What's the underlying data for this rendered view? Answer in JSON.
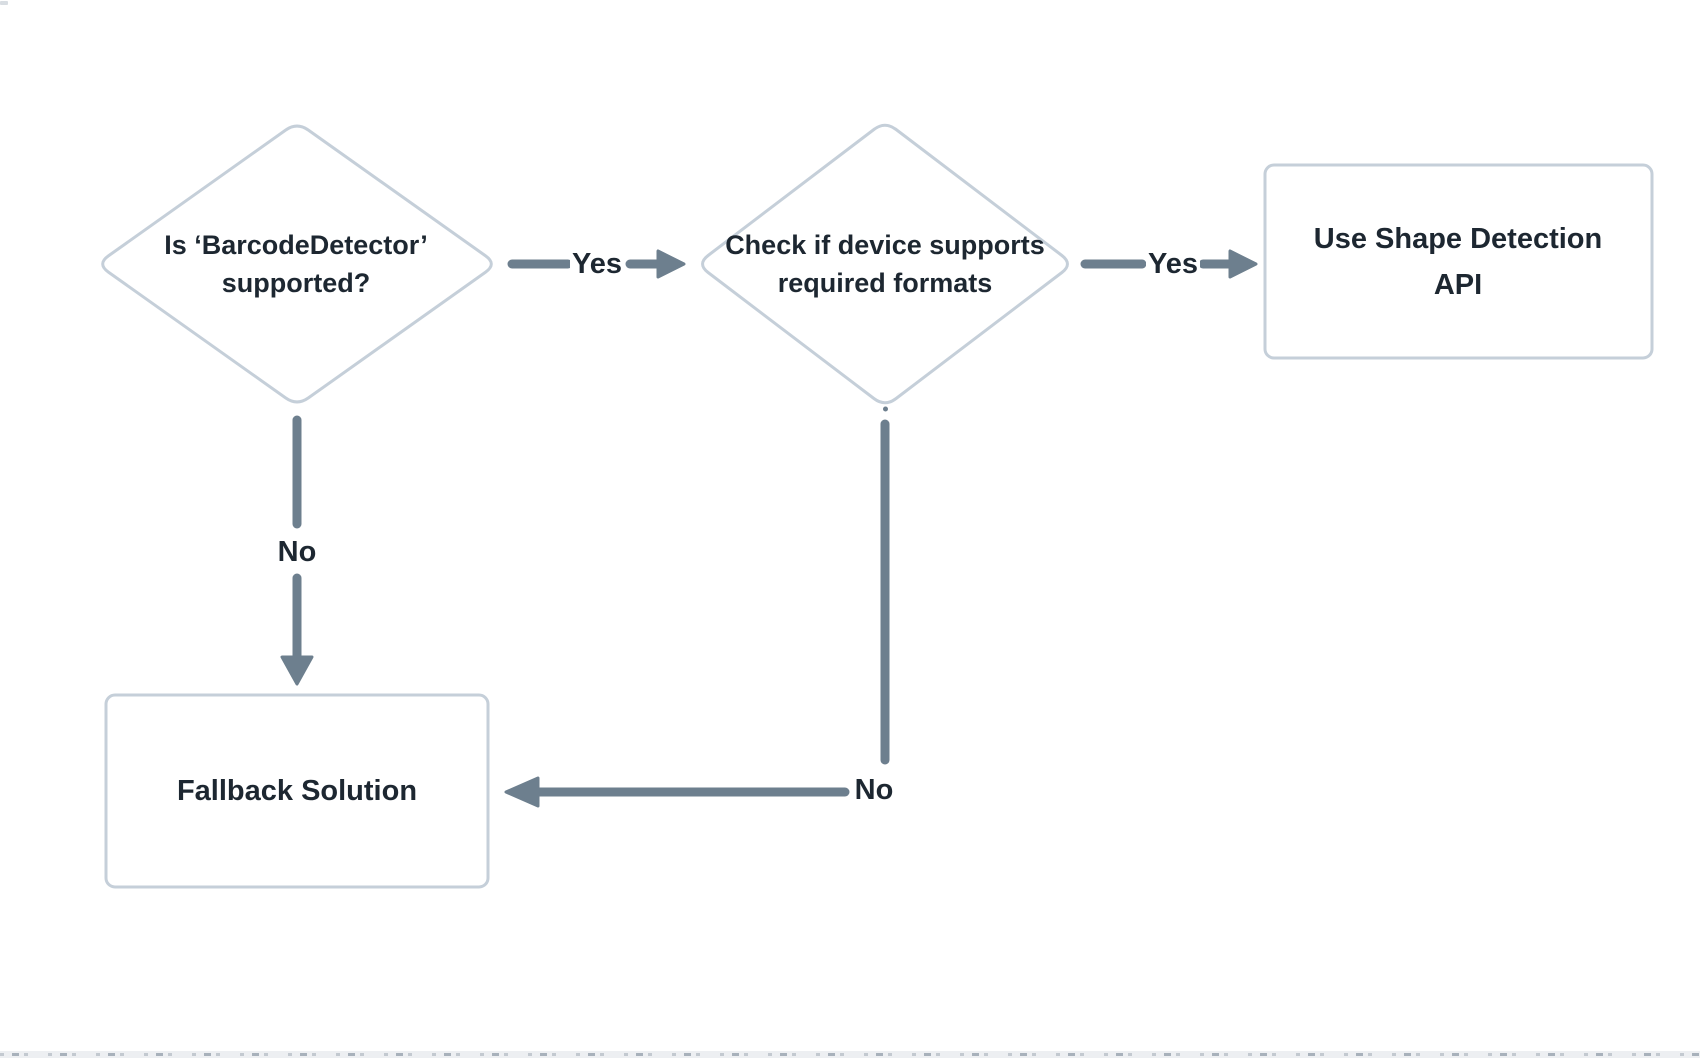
{
  "diagram": {
    "type": "flowchart",
    "nodes": [
      {
        "id": "barcode-detector-supported",
        "shape": "diamond",
        "label": "Is ‘BarcodeDetector’ supported?"
      },
      {
        "id": "device-supports-formats",
        "shape": "diamond",
        "label": "Check if device supports required formats"
      },
      {
        "id": "use-shape-detection-api",
        "shape": "rectangle",
        "label": "Use Shape Detection API"
      },
      {
        "id": "fallback-solution",
        "shape": "rectangle",
        "label": "Fallback Solution"
      }
    ],
    "edges": [
      {
        "from": "barcode-detector-supported",
        "to": "device-supports-formats",
        "label": "Yes"
      },
      {
        "from": "device-supports-formats",
        "to": "use-shape-detection-api",
        "label": "Yes"
      },
      {
        "from": "barcode-detector-supported",
        "to": "fallback-solution",
        "label": "No"
      },
      {
        "from": "device-supports-formats",
        "to": "fallback-solution",
        "label": "No"
      }
    ],
    "colors": {
      "node_border": "#c5cfd9",
      "node_fill": "#ffffff",
      "arrow": "#6d7f8e",
      "text": "#1d2731",
      "background": "#ffffff",
      "bottom_strip": "#edeff2",
      "bottom_strip_marks": "#a8b1bb"
    }
  }
}
